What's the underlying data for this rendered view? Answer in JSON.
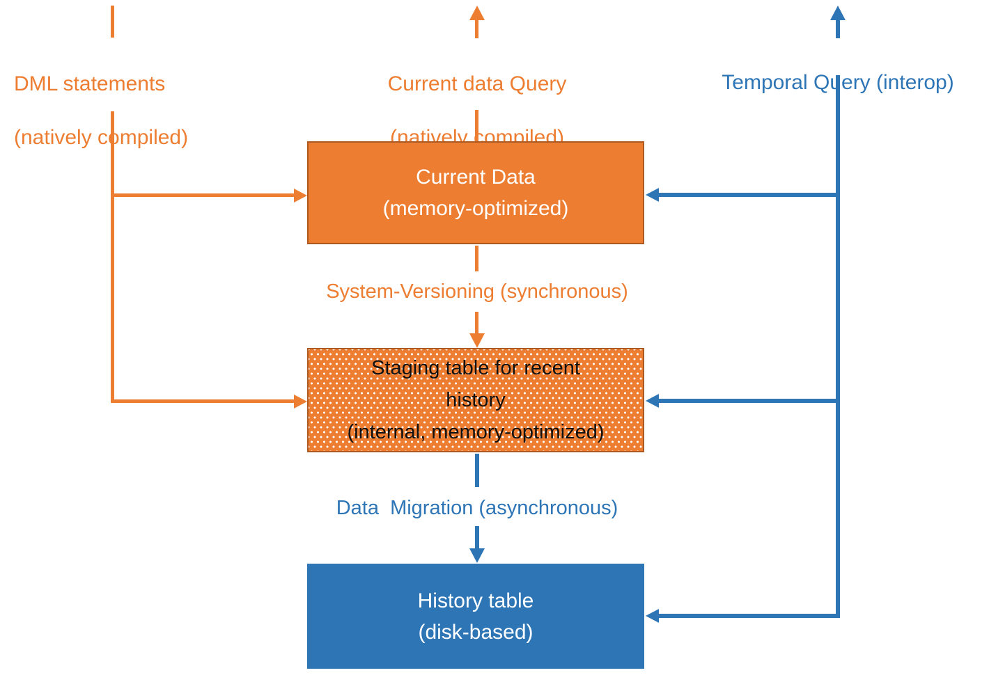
{
  "diagram": {
    "title_hint": "Temporal table with memory-optimized current data, staging table and disk-based history",
    "colors": {
      "orange": "#ED7D31",
      "orange_border": "#AC5A21",
      "blue": "#2E75B6",
      "box_text_light": "#FFFFFF",
      "box_text_dark": "#111111",
      "background": "#FFFFFF"
    },
    "labels": {
      "dml": {
        "line1": "DML statements",
        "line2": "(natively compiled)"
      },
      "current_query": {
        "line1": "Current data Query",
        "line2": "(natively compiled)"
      },
      "temporal_query": "Temporal Query (interop)",
      "system_versioning": "System-Versioning (synchronous)",
      "data_migration": "Data  Migration (asynchronous)"
    },
    "boxes": {
      "current_data": {
        "line1": "Current Data",
        "line2": "(memory-optimized)"
      },
      "staging": {
        "line1": "Staging table for recent",
        "line2": "history",
        "line3": "(internal, memory-optimized)"
      },
      "history": {
        "line1": "History table",
        "line2": "(disk-based)"
      }
    },
    "arrows": [
      "dml-into-current-data",
      "dml-into-staging",
      "current-data-query-up",
      "system-versioning-down-into-staging",
      "data-migration-down-into-history",
      "temporal-query-up",
      "temporal-into-current-data",
      "temporal-into-staging",
      "temporal-into-history"
    ]
  }
}
